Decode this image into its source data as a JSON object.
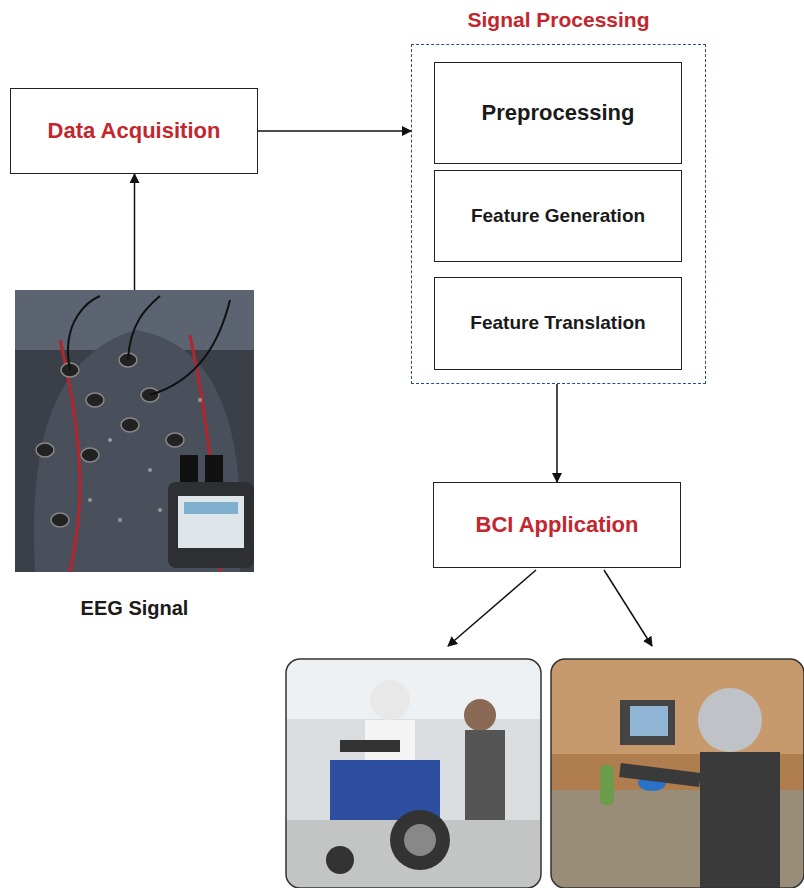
{
  "diagram": {
    "nodes": [
      {
        "text": [
          "Data Acquisition"
        ]
      },
      {
        "text": [
          "Signal Processing"
        ]
      },
      {
        "text": [
          "Preprocessing"
        ],
        "in": 1
      },
      {
        "text": [
          "Feature Generation"
        ],
        "in": 1
      },
      {
        "text": [
          "Feature Translation"
        ],
        "in": 1
      },
      {
        "text": [
          "EEG Signal"
        ]
      },
      {
        "text": [
          "BCI Application"
        ]
      }
    ],
    "edges": [
      {
        "from": 5,
        "to": 0,
        "arrow": "to"
      },
      {
        "from": 0,
        "to": 1,
        "arrow": "to"
      },
      {
        "from": 1,
        "to": 6,
        "arrow": "to"
      }
    ]
  }
}
